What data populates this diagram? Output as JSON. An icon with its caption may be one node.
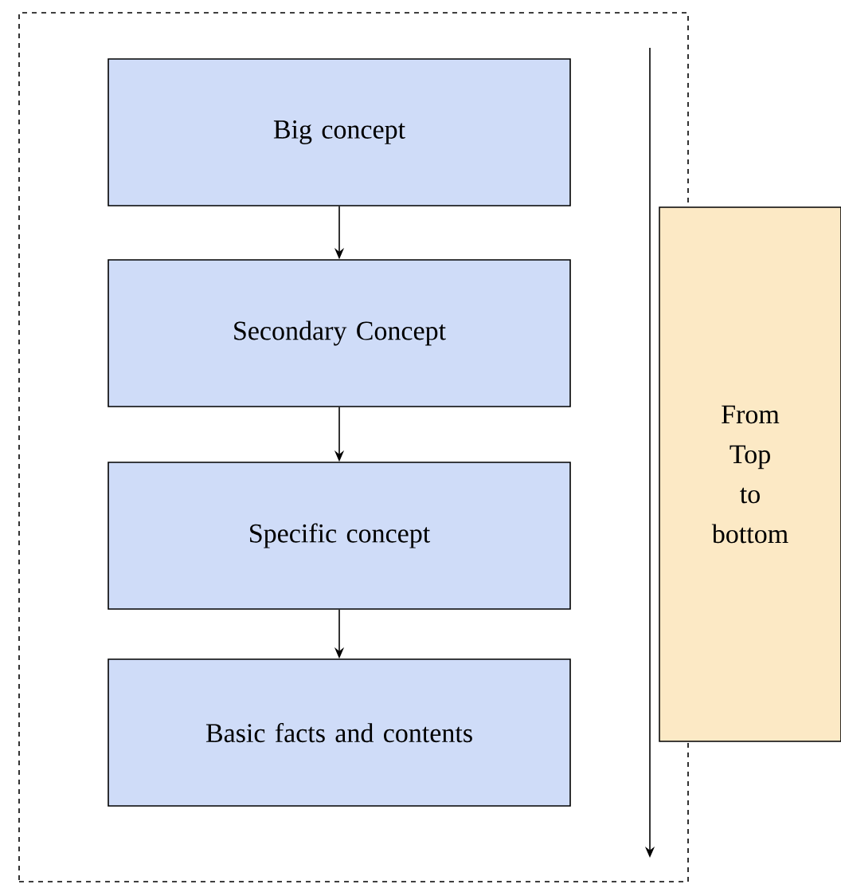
{
  "diagram": {
    "nodes": [
      {
        "text": [],
        "shape": "box"
      },
      {
        "text": [
          "Big concept"
        ],
        "in": 0
      },
      {
        "text": [
          "Secondary Concept"
        ],
        "in": 0
      },
      {
        "text": [
          "Specific concept"
        ],
        "in": 0
      },
      {
        "text": [
          "Basic facts and contents"
        ],
        "in": 0
      },
      {
        "text": [
          "From Top to bottom"
        ]
      }
    ],
    "edges": [
      {
        "from": 1,
        "to": 2,
        "arrow": "to"
      },
      {
        "from": 2,
        "to": 3,
        "arrow": "to"
      },
      {
        "from": 3,
        "to": 4,
        "arrow": "to"
      }
    ]
  }
}
